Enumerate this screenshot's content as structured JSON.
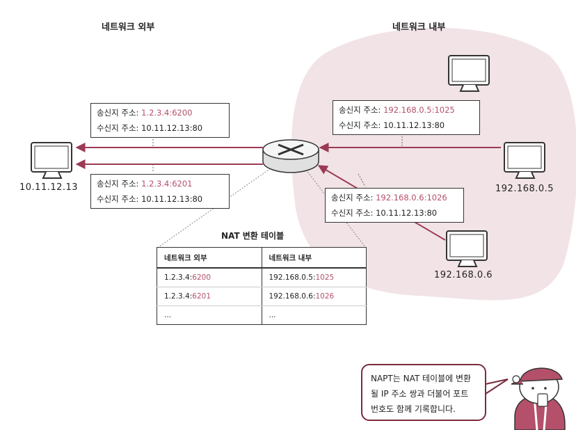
{
  "titles": {
    "outside": "네트워크 외부",
    "inside": "네트워크 내부"
  },
  "hosts": {
    "external": "10.11.12.13",
    "internal_a": "192.168.0.5",
    "internal_b": "192.168.0.6"
  },
  "packets": {
    "out_top": {
      "src_label": "송신지 주소:",
      "src": "1.2.3.4:6200",
      "dst_label": "수신지 주소:",
      "dst": "10.11.12.13:80"
    },
    "out_bottom": {
      "src_label": "송신지 주소:",
      "src": "1.2.3.4:6201",
      "dst_label": "수신지 주소:",
      "dst": "10.11.12.13:80"
    },
    "in_a": {
      "src_label": "송신지 주소:",
      "src": "192.168.0.5:1025",
      "dst_label": "수신지 주소:",
      "dst": "10.11.12.13:80"
    },
    "in_b": {
      "src_label": "송신지 주소:",
      "src": "192.168.0.6:1026",
      "dst_label": "수신지 주소:",
      "dst": "10.11.12.13:80"
    }
  },
  "nat_table": {
    "title": "NAT 변환 테이블",
    "headers": [
      "네트워크 외부",
      "네트워크 내부"
    ],
    "rows": [
      {
        "outside_ip": "1.2.3.4:",
        "outside_port": "6200",
        "inside_ip": "192.168.0.5:",
        "inside_port": "1025"
      },
      {
        "outside_ip": "1.2.3.4:",
        "outside_port": "6201",
        "inside_ip": "192.168.0.6:",
        "inside_port": "1026"
      },
      {
        "outside_ip": "...",
        "outside_port": "",
        "inside_ip": "...",
        "inside_port": ""
      }
    ]
  },
  "note": "NAPT는 NAT 테이블에 변환될 IP 주소 쌍과 더불어 포트 번호도 함께 기록합니다.",
  "colors": {
    "accent": "#b5506a",
    "internal_zone": "#f1e3e6",
    "arrow": "#9c3a55",
    "bubble_border": "#7a2b3c"
  }
}
